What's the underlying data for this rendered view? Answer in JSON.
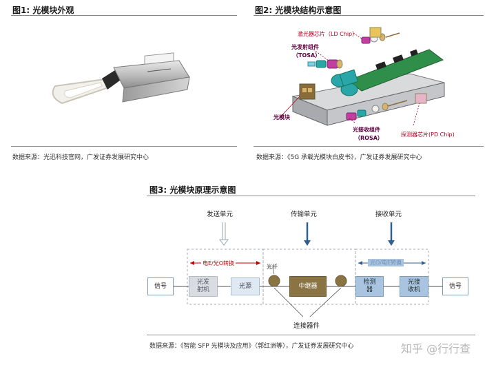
{
  "fig1": {
    "title": "图1:  光模块外观",
    "source": "数据来源：光迅科技官网，广发证券发展研究中心"
  },
  "fig2": {
    "title": "图2:  光模块结构示意图",
    "source": "数据来源：《5G 承载光模块白皮书》，广发证券发展研究中心",
    "labels": {
      "ld_chip": "激光器芯片（LD Chip）",
      "tosa1": "光发射组件",
      "tosa2": "（TOSA）",
      "module": "光模块",
      "rosa1": "光接收组件",
      "rosa2": "（ROSA）",
      "pd_chip": "探测器芯片(PD Chip)"
    }
  },
  "fig3": {
    "title": "图3:  光模块原理示意图",
    "source": "数据来源：《智能 SFP 光模块及应用》（郭红洲等），广发证券发展研究中心",
    "top": {
      "send": "发送单元",
      "trans": "传输单元",
      "recv": "接收单元"
    },
    "bracket_left": "电E/光O转换",
    "bracket_right": "光O/电E转换",
    "fiber": "光纤",
    "connector": "连接器件",
    "boxes": {
      "signal_in": "信号",
      "tx1": "光发",
      "tx2": "射机",
      "source": "光源",
      "relay": "中继器",
      "det1": "检测",
      "det2": "器",
      "rx1": "光接",
      "rx2": "收机",
      "signal_out": "信号"
    }
  },
  "watermark": "知乎 @行行查"
}
